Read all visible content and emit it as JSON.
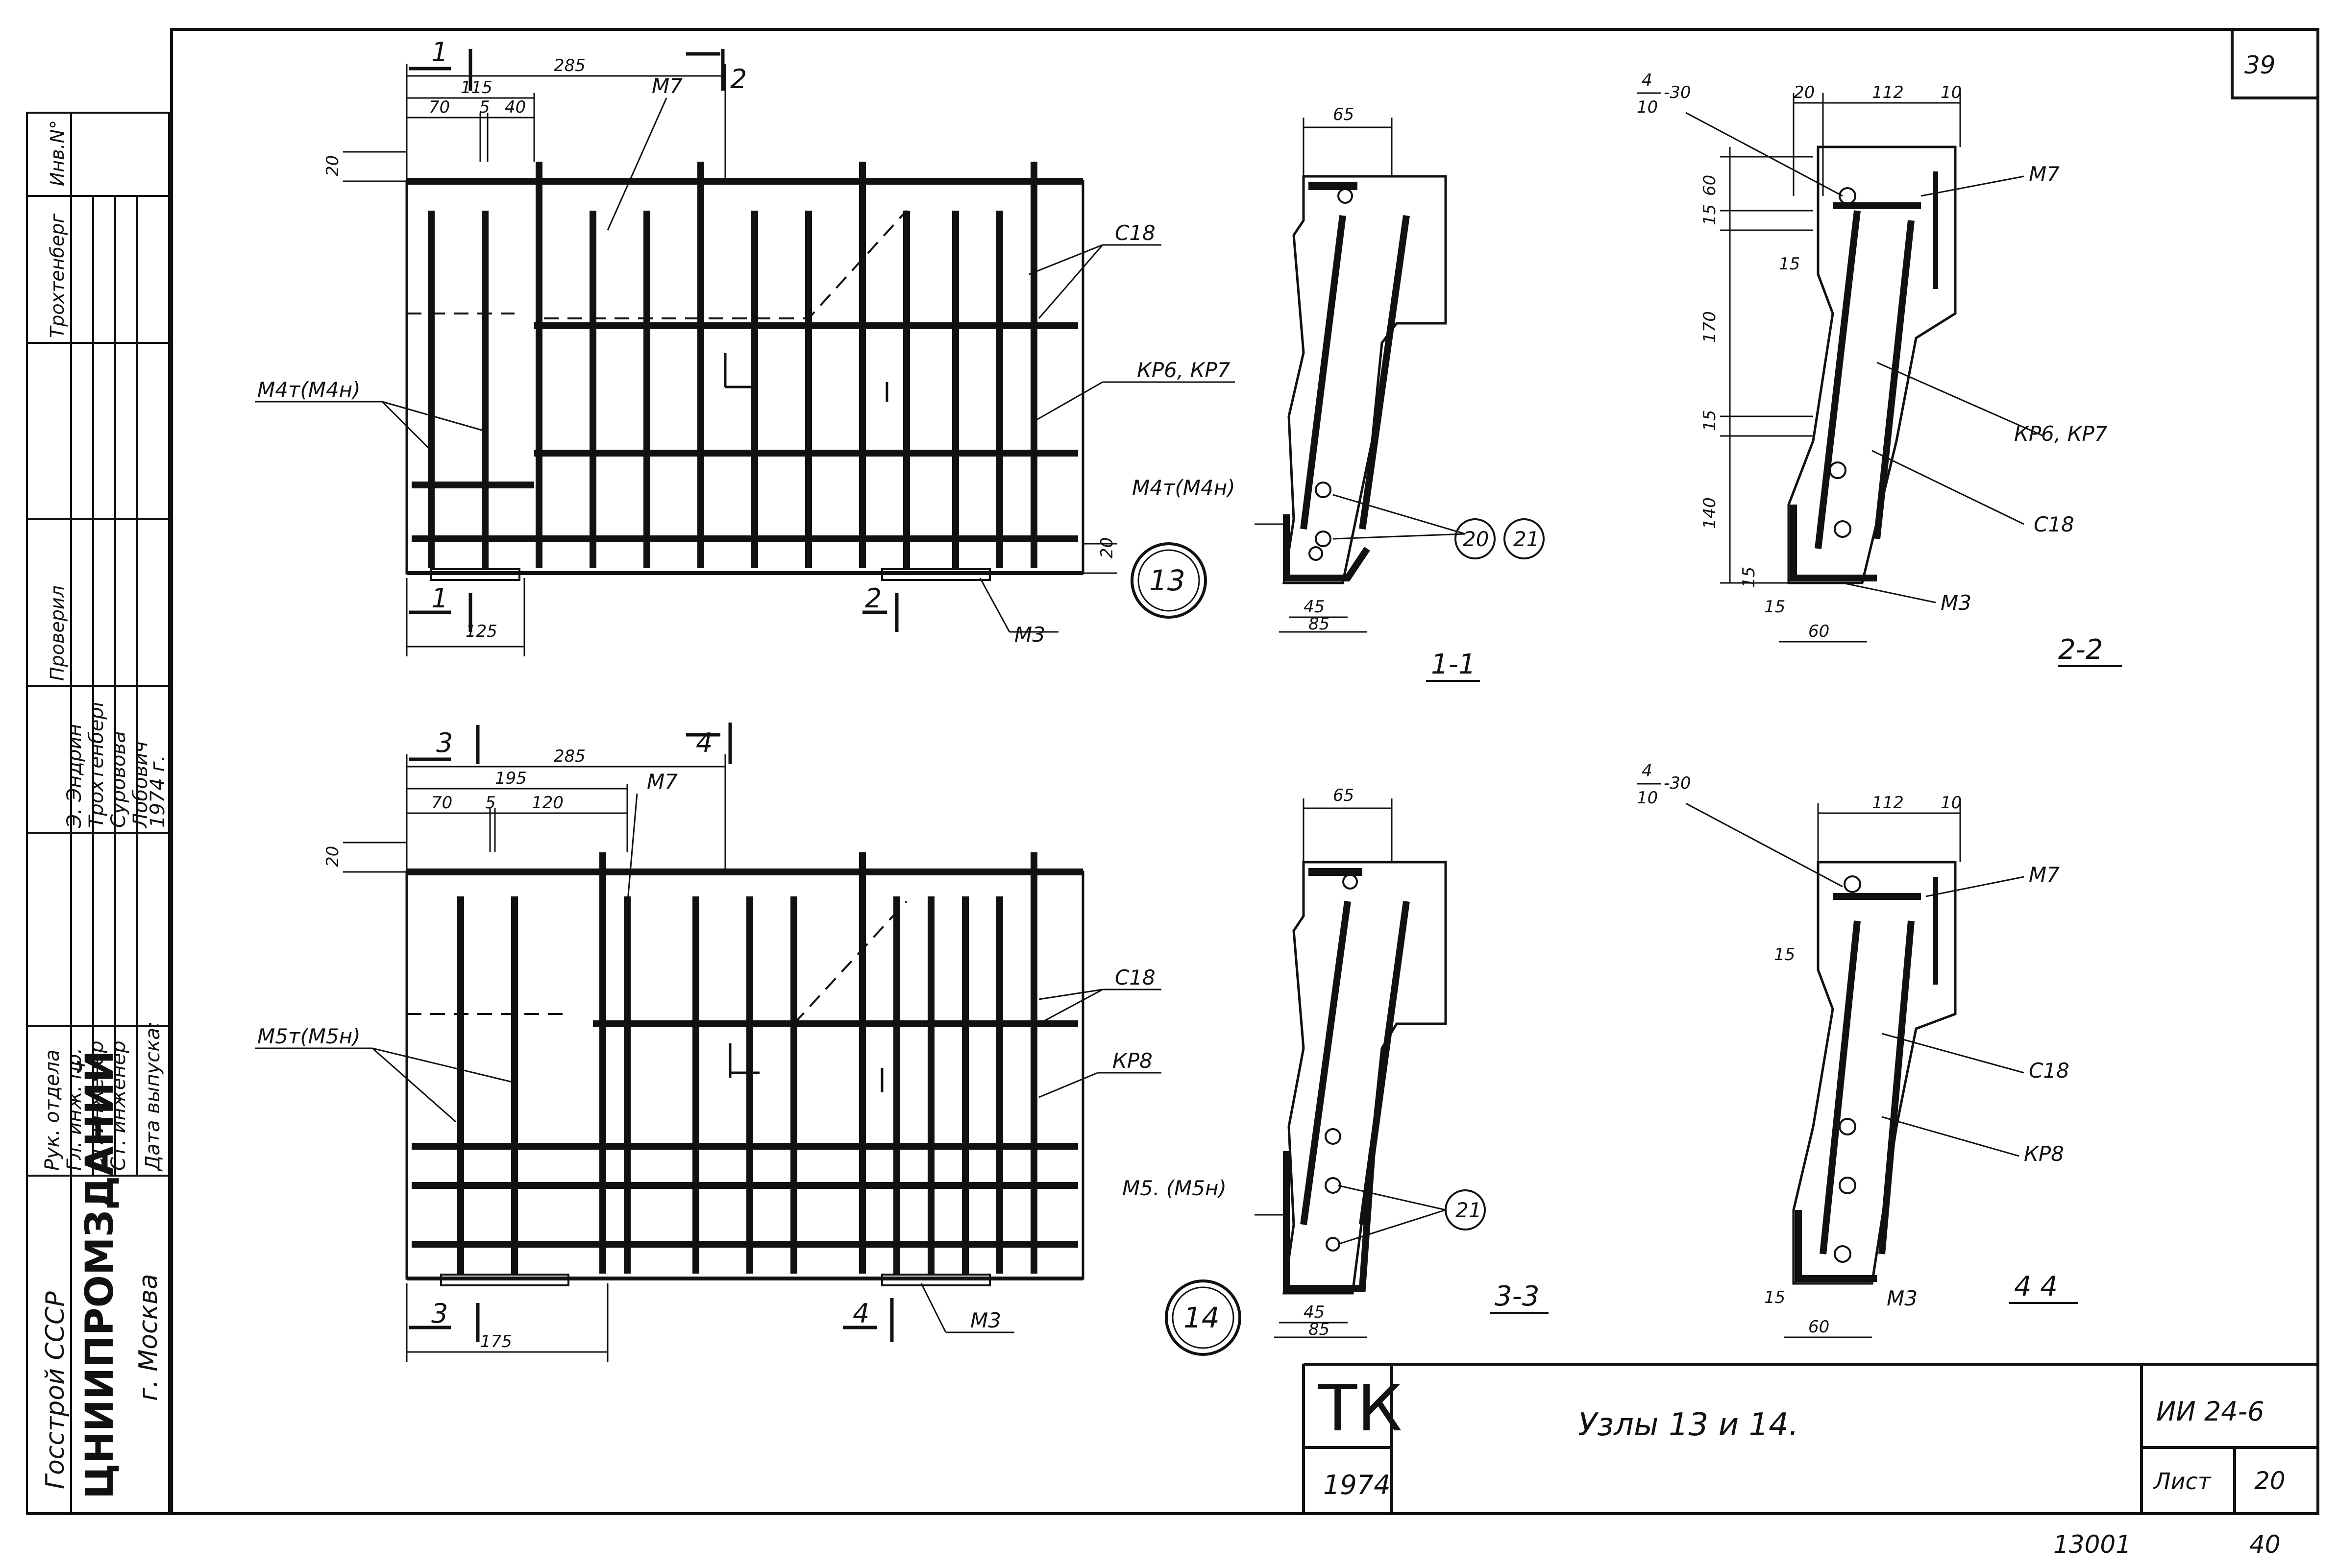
{
  "sheet": {
    "page_number": "39",
    "inventory_label": "Инв.N°",
    "bottom_code": "13001",
    "bottom_number": "40"
  },
  "title_block": {
    "mark": "ТК",
    "year": "1974",
    "title": "Узлы 13 и 14.",
    "series": "ИИ 24-6",
    "sheet_label": "Лист",
    "sheet_no": "20"
  },
  "side_stamp": {
    "org1": "Госстрой СССР",
    "org2": "ЦНИИПРОМЗДАНИЙ",
    "city": "г. Москва",
    "roles": [
      "Рук. отдела",
      "Гл. инж. пр.",
      "Ст. инженер",
      "Ст. инженер",
      "Дата выпуска:"
    ],
    "names": [
      "Э. Эндрин",
      "Трохтенберг",
      "Суровова",
      "Лобович",
      "1974 г."
    ],
    "top_roles": [
      "Проверил",
      "Трохтенберг"
    ]
  },
  "node13": {
    "badge": "13",
    "dims": {
      "d285": "285",
      "d115": "115",
      "d70": "70",
      "d5": "5",
      "d40": "40",
      "d20a": "20",
      "d20b": "20",
      "d125": "125"
    },
    "cut_marks": [
      "1",
      "2",
      "1",
      "2"
    ],
    "labels": {
      "m7": "М7",
      "c18": "С18",
      "kp": "КР6, КР7",
      "m4": "М4т(М4н)",
      "m3": "М3"
    }
  },
  "node14": {
    "badge": "14",
    "dims": {
      "d285": "285",
      "d195": "195",
      "d70": "70",
      "d5": "5",
      "d120": "120",
      "d20": "20",
      "d175": "175"
    },
    "cut_marks": [
      "3",
      "4",
      "3",
      "4"
    ],
    "labels": {
      "m7": "М7",
      "c18": "С18",
      "kp": "КР8",
      "m5": "М5т(М5н)",
      "m3": "М3"
    }
  },
  "section11": {
    "name": "1-1",
    "dims": {
      "d65": "65",
      "d45": "45",
      "d85": "85"
    },
    "labels": {
      "m4": "М4т(М4н)"
    },
    "circles": [
      "20",
      "21"
    ]
  },
  "section22": {
    "name": "2-2",
    "weld": {
      "num": "4",
      "den": "10",
      "len": "-30"
    },
    "dims": {
      "d20": "20",
      "d112": "112",
      "d10": "10",
      "d60": "60",
      "d15a": "15",
      "d15b": "15",
      "d170": "170",
      "d15c": "15",
      "d140": "140",
      "d15d": "15",
      "d15e": "15",
      "d60b": "60"
    },
    "labels": {
      "m7": "М7",
      "kp": "КР6, КР7",
      "c18": "С18",
      "m3": "М3"
    }
  },
  "section33": {
    "name": "3-3",
    "dims": {
      "d65": "65",
      "d45": "45",
      "d85": "85"
    },
    "labels": {
      "m5": "М5. (М5н)"
    },
    "circles": [
      "21"
    ]
  },
  "section44": {
    "name": "4 4",
    "weld": {
      "num": "4",
      "den": "10",
      "len": "-30"
    },
    "dims": {
      "d112": "112",
      "d10": "10",
      "d15a": "15",
      "d15b": "15",
      "d60": "60"
    },
    "labels": {
      "m7": "М7",
      "c18": "С18",
      "kp": "КР8",
      "m3": "М3"
    }
  }
}
